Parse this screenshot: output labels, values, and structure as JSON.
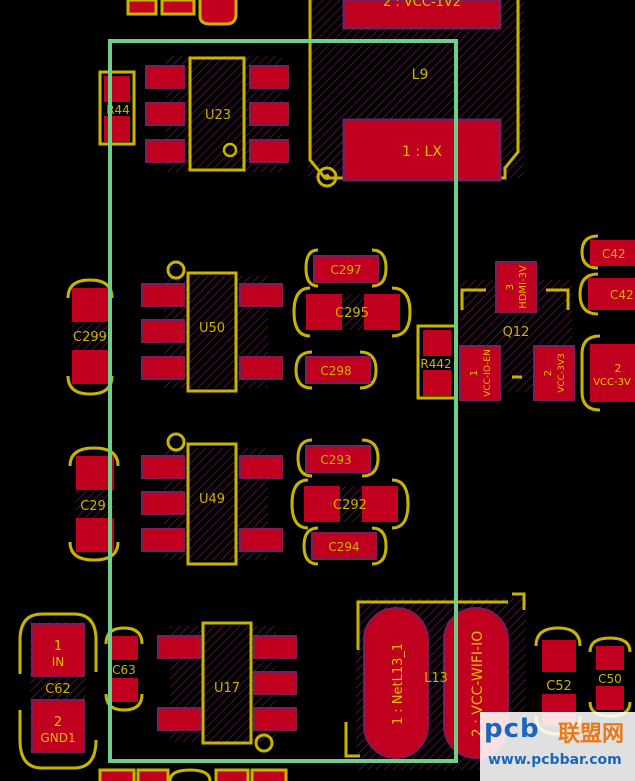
{
  "colors": {
    "background": "#000000",
    "pad": "#c0001e",
    "silkscreen": "#c8b400",
    "selection": "#6fcf8a"
  },
  "components": {
    "u23": "U23",
    "u50": "U50",
    "u49": "U49",
    "u17": "U17",
    "r44": "R44",
    "r442": "R442",
    "q12": "Q12",
    "c297": "C297",
    "c295": "C295",
    "c298": "C298",
    "c293": "C293",
    "c292": "C292",
    "c294": "C294",
    "c299": "C299",
    "c291": "C29",
    "c62": "C62",
    "c63": "C63",
    "c52": "C52",
    "c50": "C50",
    "c42a": "C42",
    "c42b": "C42",
    "l9": "L9",
    "l13": "L13"
  },
  "pads": {
    "l9_top": "2 : VCC-1V2",
    "l9_bottom": "1 : LX",
    "q12_3": "3",
    "q12_3_net": "HDMI-3V",
    "q12_1": "1",
    "q12_1_net": "VCC-IO-EN",
    "q12_2": "2",
    "q12_2_net": "VCC-3V3",
    "c62_1": "1",
    "c62_1_net": "IN",
    "c62_2": "2",
    "c62_2_net": "GND1",
    "l13_1": "1 : NetL13_1",
    "l13_2": "2 : VCC-WIFI-IO",
    "vcc3v_num": "2",
    "vcc3v_net": "VCC-3V"
  },
  "watermark": {
    "logo": "pcb",
    "name": "联盟网",
    "url": "www.pcbbar.com"
  }
}
